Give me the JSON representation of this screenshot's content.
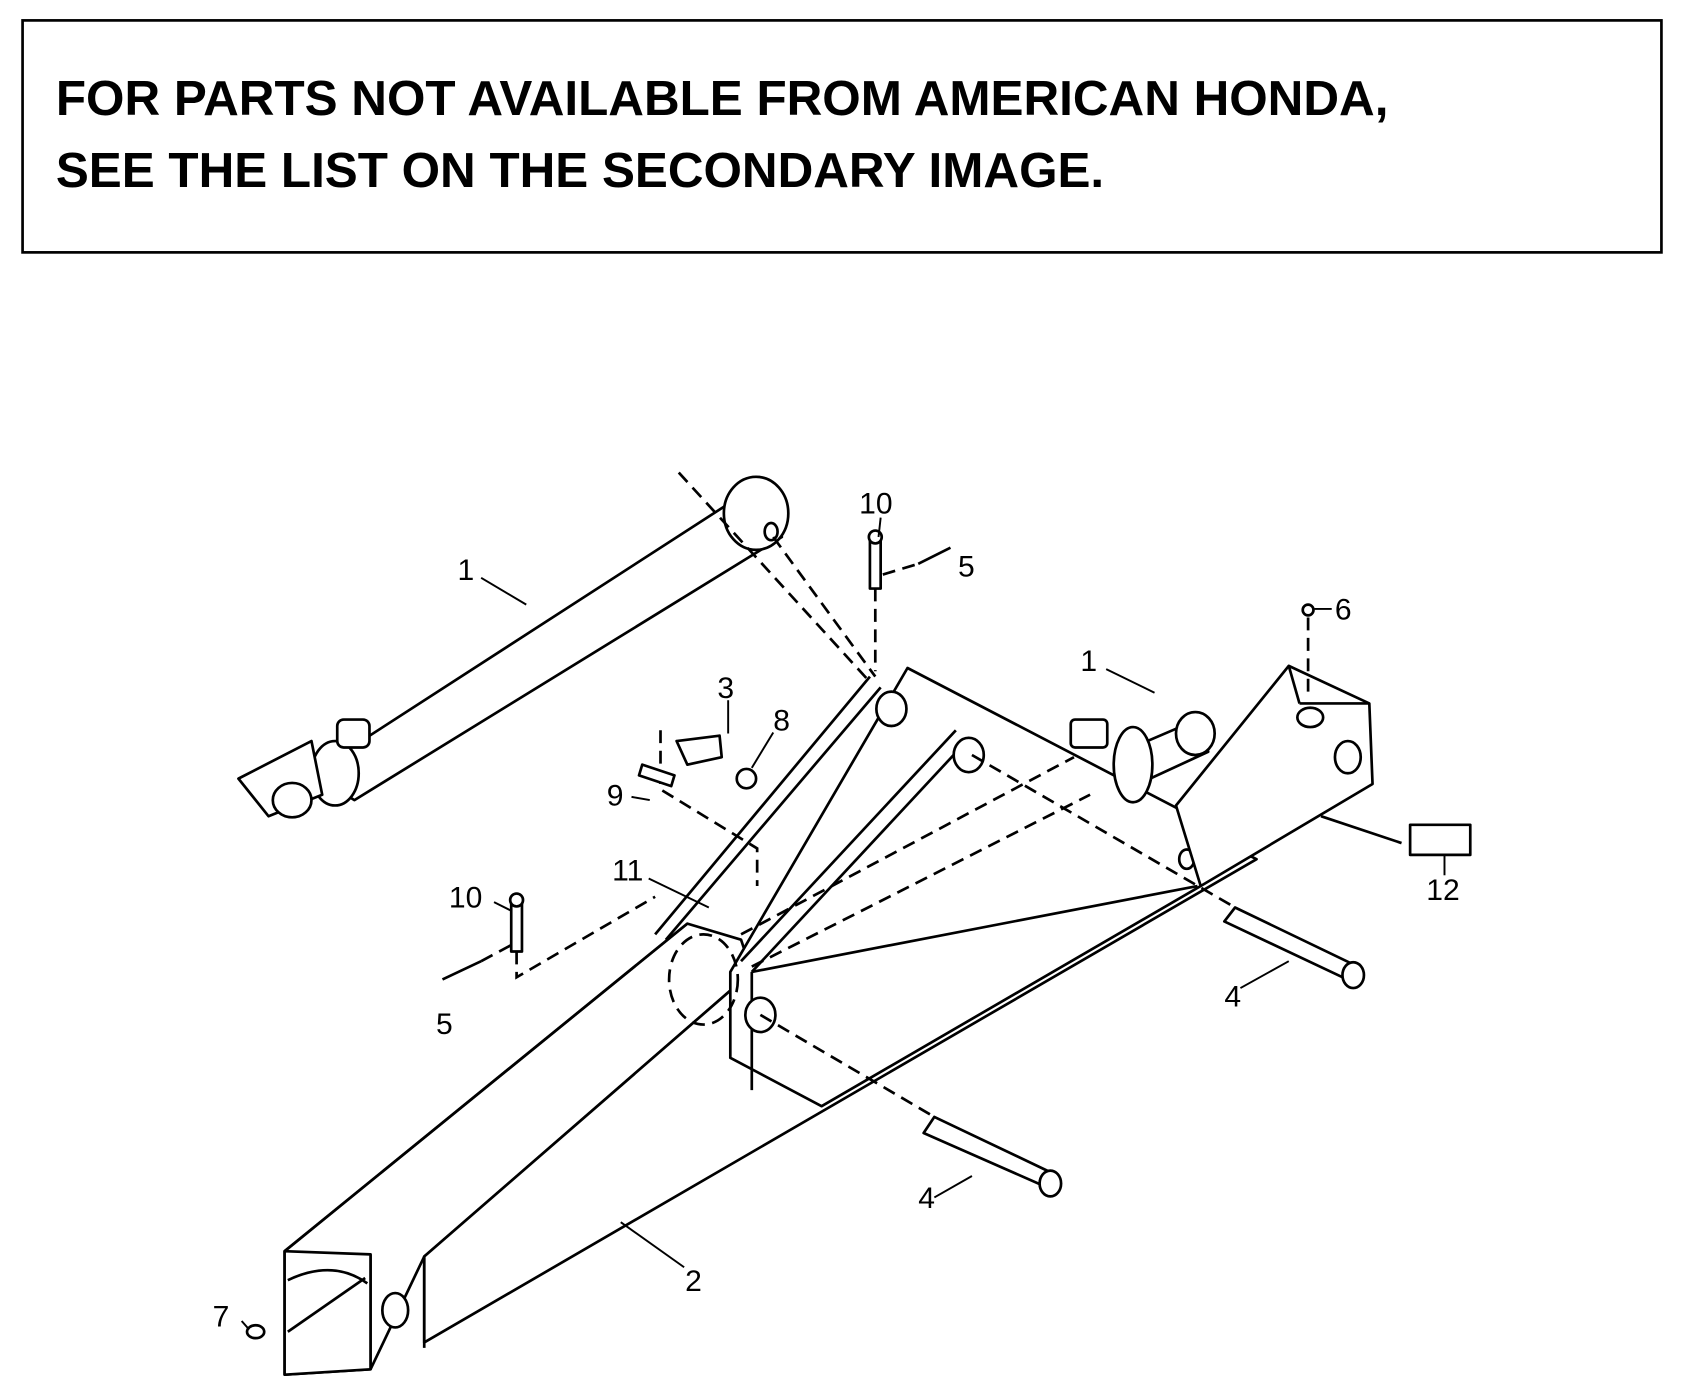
{
  "notice": {
    "line1": "FOR PARTS NOT AVAILABLE FROM AMERICAN HONDA,",
    "line2": "SEE THE LIST ON THE SECONDARY IMAGE."
  },
  "callouts": [
    {
      "id": "c1a",
      "text": "1"
    },
    {
      "id": "c1b",
      "text": "1"
    },
    {
      "id": "c2",
      "text": "2"
    },
    {
      "id": "c3",
      "text": "3"
    },
    {
      "id": "c4a",
      "text": "4"
    },
    {
      "id": "c4b",
      "text": "4"
    },
    {
      "id": "c5a",
      "text": "5"
    },
    {
      "id": "c5b",
      "text": "5"
    },
    {
      "id": "c6",
      "text": "6"
    },
    {
      "id": "c7",
      "text": "7"
    },
    {
      "id": "c8",
      "text": "8"
    },
    {
      "id": "c9",
      "text": "9"
    },
    {
      "id": "c10a",
      "text": "10"
    },
    {
      "id": "c10b",
      "text": "10"
    },
    {
      "id": "c11",
      "text": "11"
    },
    {
      "id": "c12",
      "text": "12"
    }
  ]
}
